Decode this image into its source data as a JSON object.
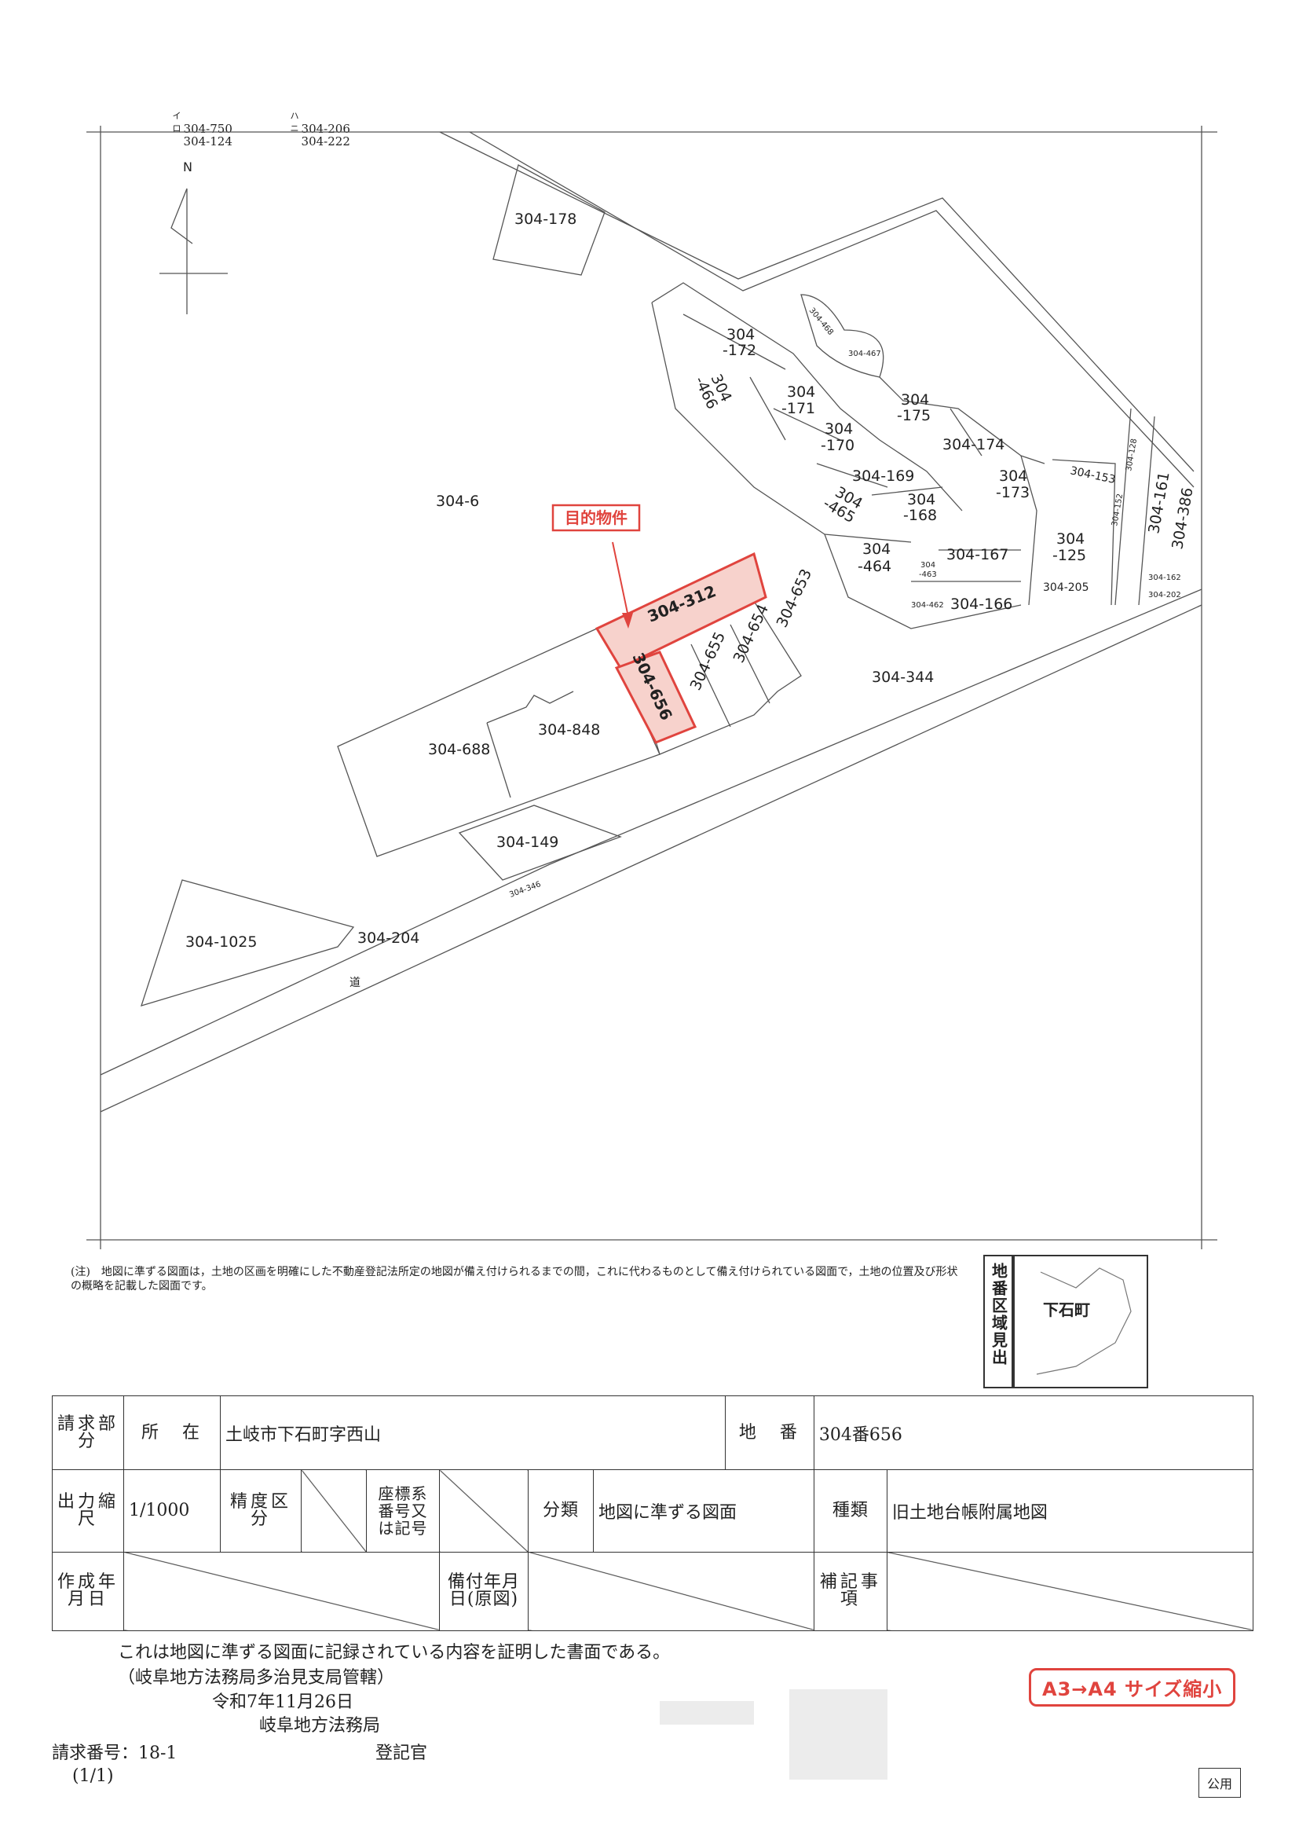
{
  "legend": [
    {
      "key": "イ",
      "value": "304-750"
    },
    {
      "key": "ロ",
      "value": "304-124"
    },
    {
      "key": "ハ",
      "value": "304-206"
    },
    {
      "key": "ニ",
      "value": "304-222"
    }
  ],
  "map": {
    "north_label": "N",
    "target_label": "目的物件",
    "road_label": "道",
    "parcels": {
      "p178": "304-178",
      "p6": "304-6",
      "p172a": "304",
      "p172b": "-172",
      "p466a": "304",
      "p466b": "-466",
      "p468": "304-468",
      "p467": "304-467",
      "p171a": "304",
      "p171b": "-171",
      "p170a": "304",
      "p170b": "-170",
      "p175a": "304",
      "p175b": "-175",
      "p174": "304-174",
      "p169": "304-169",
      "p465a": "304",
      "p465b": "-465",
      "p168a": "304",
      "p168b": "-168",
      "p173a": "304",
      "p173b": "-173",
      "p153": "304-153",
      "p152": "304-152",
      "p128": "304-128",
      "p161": "304-161",
      "p386": "304-386",
      "p464a": "304",
      "p464b": "-464",
      "p463a": "304",
      "p463b": "-463",
      "p167": "304-167",
      "p125a": "304",
      "p125b": "-125",
      "p205": "304-205",
      "p162": "304-162",
      "p202": "304-202",
      "p462": "304-462",
      "p166": "304-166",
      "p312": "304-312",
      "p653": "304-653",
      "p654": "304-654",
      "p655": "304-655",
      "p656": "304-656",
      "p344": "304-344",
      "p688": "304-688",
      "p848": "304-848",
      "p149": "304-149",
      "p346": "304-346",
      "p1025": "304-1025",
      "p204": "304-204"
    }
  },
  "note": "(注)　地図に準ずる図面は，土地の区画を明確にした不動産登記法所定の地図が備え付けられるまでの間，これに代わるものとして備え付けられている図面で，土地の位置及び形状の概略を記載した図面です。",
  "area_index": {
    "label": "地番区域見出",
    "town": "下石町"
  },
  "request": {
    "req_label": "請求部分",
    "location_label": "所　在",
    "location_value": "土岐市下石町字西山",
    "lot_label": "地　番",
    "lot_value": "304番656",
    "scale_label": "出力縮尺",
    "scale_value": "1/1000",
    "accuracy_label": "精度区分",
    "coord_label": "座標系番号又は記号",
    "class_label": "分類",
    "class_value": "地図に準ずる図面",
    "kind_label": "種類",
    "kind_value": "旧土地台帳附属地図",
    "created_label": "作成年月日",
    "filed_label": "備付年月日(原図)",
    "remarks_label": "補記事項"
  },
  "certification": {
    "line1": "これは地図に準ずる図面に記録されている内容を証明した書面である。",
    "line2": "（岐阜地方法務局多治見支局管轄）",
    "date": "令和7年11月26日",
    "office": "岐阜地方法務局",
    "request_no": "請求番号：18-1",
    "registrar": "登記官",
    "page": "(1/1)"
  },
  "stamp": "A3→A4 サイズ縮小",
  "public_mark": "公用",
  "colors": {
    "highlight": "#e0443e",
    "highlight_fill": "#f7d2cc",
    "line": "#555555"
  }
}
